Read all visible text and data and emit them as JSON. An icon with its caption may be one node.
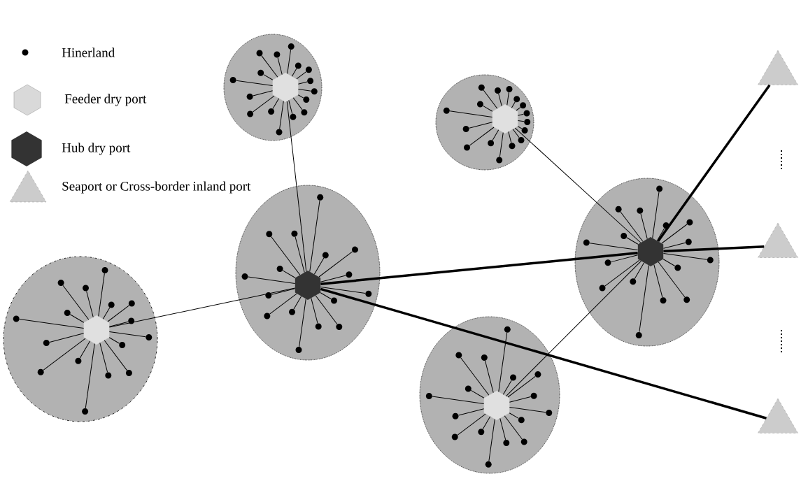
{
  "diagram": {
    "nodes": [
      {
        "text": [],
        "shape": "ellipse"
      },
      {
        "text": [],
        "shape": "hexagon",
        "in": 0
      },
      {
        "text": [],
        "shape": "circle",
        "in": 0
      },
      {
        "text": [],
        "shape": "circle",
        "in": 0
      },
      {
        "text": [],
        "shape": "circle",
        "in": 0
      },
      {
        "text": [],
        "shape": "circle",
        "in": 0
      },
      {
        "text": [],
        "shape": "circle",
        "in": 0
      },
      {
        "text": [],
        "shape": "circle",
        "in": 0
      },
      {
        "text": [],
        "shape": "circle",
        "in": 0
      },
      {
        "text": [],
        "shape": "circle",
        "in": 0
      },
      {
        "text": [],
        "shape": "circle",
        "in": 0
      },
      {
        "text": [],
        "shape": "circle",
        "in": 0
      },
      {
        "text": [],
        "shape": "circle",
        "in": 0
      },
      {
        "text": [],
        "shape": "circle",
        "in": 0
      },
      {
        "text": [],
        "shape": "circle",
        "in": 0
      },
      {
        "text": [],
        "shape": "circle",
        "in": 0
      },
      {
        "text": [],
        "shape": "circle",
        "in": 0
      },
      {
        "text": [],
        "shape": "circle",
        "in": 0
      },
      {
        "text": [],
        "shape": "ellipse"
      },
      {
        "text": [],
        "shape": "hexagon",
        "in": 18
      },
      {
        "text": [],
        "shape": "circle",
        "in": 18
      },
      {
        "text": [],
        "shape": "circle",
        "in": 18
      },
      {
        "text": [],
        "shape": "circle",
        "in": 18
      },
      {
        "text": [],
        "shape": "circle",
        "in": 18
      },
      {
        "text": [],
        "shape": "circle",
        "in": 18
      },
      {
        "text": [],
        "shape": "circle",
        "in": 18
      },
      {
        "text": [],
        "shape": "circle",
        "in": 18
      },
      {
        "text": [],
        "shape": "circle",
        "in": 18
      },
      {
        "text": [],
        "shape": "circle",
        "in": 18
      },
      {
        "text": [],
        "shape": "circle",
        "in": 18
      },
      {
        "text": [],
        "shape": "circle",
        "in": 18
      },
      {
        "text": [],
        "shape": "circle",
        "in": 18
      },
      {
        "text": [],
        "shape": "circle",
        "in": 18
      },
      {
        "text": [],
        "shape": "circle",
        "in": 18
      },
      {
        "text": [],
        "shape": "circle",
        "in": 18
      },
      {
        "text": [],
        "shape": "circle",
        "in": 18
      },
      {
        "text": [],
        "shape": "triangle"
      },
      {
        "text": [],
        "shape": "ellipse"
      },
      {
        "text": [],
        "shape": "hexagon",
        "in": 37
      },
      {
        "text": [],
        "shape": "circle",
        "in": 37
      },
      {
        "text": [],
        "shape": "circle",
        "in": 37
      },
      {
        "text": [],
        "shape": "circle",
        "in": 37
      },
      {
        "text": [],
        "shape": "circle",
        "in": 37
      },
      {
        "text": [],
        "shape": "circle",
        "in": 37
      },
      {
        "text": [],
        "shape": "circle",
        "in": 37
      },
      {
        "text": [],
        "shape": "circle",
        "in": 37
      },
      {
        "text": [],
        "shape": "circle",
        "in": 37
      },
      {
        "text": [],
        "shape": "circle",
        "in": 37
      },
      {
        "text": [],
        "shape": "circle",
        "in": 37
      },
      {
        "text": [],
        "shape": "circle",
        "in": 37
      },
      {
        "text": [],
        "shape": "circle",
        "in": 37
      },
      {
        "text": [],
        "shape": "circle",
        "in": 37
      },
      {
        "text": [],
        "shape": "circle",
        "in": 37
      },
      {
        "text": [],
        "shape": "circle",
        "in": 37
      },
      {
        "text": [],
        "shape": "circle",
        "in": 37
      },
      {
        "text": [],
        "shape": "ellipse"
      },
      {
        "text": [],
        "shape": "hexagon",
        "in": 55
      },
      {
        "text": [],
        "shape": "circle",
        "in": 55
      },
      {
        "text": [],
        "shape": "circle",
        "in": 55
      },
      {
        "text": [],
        "shape": "circle",
        "in": 55
      },
      {
        "text": [],
        "shape": "circle",
        "in": 55
      },
      {
        "text": [],
        "shape": "circle",
        "in": 55
      },
      {
        "text": [],
        "shape": "circle",
        "in": 55
      },
      {
        "text": [],
        "shape": "circle",
        "in": 55
      },
      {
        "text": [],
        "shape": "circle",
        "in": 55
      },
      {
        "text": [],
        "shape": "circle",
        "in": 55
      },
      {
        "text": [],
        "shape": "circle",
        "in": 55
      },
      {
        "text": [],
        "shape": "circle",
        "in": 55
      },
      {
        "text": [],
        "shape": "circle",
        "in": 55
      },
      {
        "text": [],
        "shape": "circle",
        "in": 55
      },
      {
        "text": [],
        "shape": "circle",
        "in": 55
      },
      {
        "text": [],
        "shape": "circle",
        "in": 55
      },
      {
        "text": [],
        "shape": "circle",
        "in": 55
      },
      {
        "text": [],
        "shape": "triangle"
      },
      {
        "text": [],
        "shape": "ellipse"
      },
      {
        "text": [],
        "shape": "hexagon",
        "in": 74
      },
      {
        "text": [],
        "shape": "circle",
        "in": 74
      },
      {
        "text": [],
        "shape": "circle",
        "in": 74
      },
      {
        "text": [],
        "shape": "circle",
        "in": 74
      },
      {
        "text": [],
        "shape": "circle",
        "in": 74
      },
      {
        "text": [],
        "shape": "circle",
        "in": 74
      },
      {
        "text": [],
        "shape": "circle",
        "in": 74
      },
      {
        "text": [],
        "shape": "circle",
        "in": 74
      },
      {
        "text": [],
        "shape": "circle",
        "in": 74
      },
      {
        "text": [],
        "shape": "circle",
        "in": 74
      },
      {
        "text": [],
        "shape": "circle",
        "in": 74
      },
      {
        "text": [],
        "shape": "circle",
        "in": 74
      },
      {
        "text": [],
        "shape": "circle",
        "in": 74
      },
      {
        "text": [],
        "shape": "circle",
        "in": 74
      },
      {
        "text": [],
        "shape": "circle",
        "in": 74
      },
      {
        "text": [],
        "shape": "circle",
        "in": 74
      },
      {
        "text": [],
        "shape": "circle",
        "in": 74
      },
      {
        "text": [],
        "shape": "ellipse"
      },
      {
        "text": [],
        "shape": "hexagon",
        "in": 92
      },
      {
        "text": [],
        "shape": "circle",
        "in": 92
      },
      {
        "text": [],
        "shape": "circle",
        "in": 92
      },
      {
        "text": [],
        "shape": "circle",
        "in": 92
      },
      {
        "text": [],
        "shape": "circle",
        "in": 92
      },
      {
        "text": [],
        "shape": "circle",
        "in": 92
      },
      {
        "text": [],
        "shape": "circle",
        "in": 92
      },
      {
        "text": [],
        "shape": "circle",
        "in": 92
      },
      {
        "text": [],
        "shape": "circle",
        "in": 92
      },
      {
        "text": [],
        "shape": "circle",
        "in": 92
      },
      {
        "text": [],
        "shape": "circle",
        "in": 92
      },
      {
        "text": [],
        "shape": "circle",
        "in": 92
      },
      {
        "text": [],
        "shape": "circle",
        "in": 92
      },
      {
        "text": [],
        "shape": "circle",
        "in": 92
      },
      {
        "text": [],
        "shape": "circle",
        "in": 92
      },
      {
        "text": [],
        "shape": "circle",
        "in": 92
      },
      {
        "text": [],
        "shape": "circle",
        "in": 92
      },
      {
        "text": [],
        "shape": "triangle"
      }
    ],
    "edges": [
      {
        "from": 1,
        "to": 2,
        "arrow": "none"
      },
      {
        "from": 1,
        "to": 3,
        "arrow": "none"
      },
      {
        "from": 1,
        "to": 4,
        "arrow": "none"
      },
      {
        "from": 1,
        "to": 5,
        "arrow": "none"
      },
      {
        "from": 1,
        "to": 6,
        "arrow": "none"
      },
      {
        "from": 1,
        "to": 7,
        "arrow": "none"
      },
      {
        "from": 1,
        "to": 8,
        "arrow": "none"
      },
      {
        "from": 1,
        "to": 9,
        "arrow": "none"
      },
      {
        "from": 1,
        "to": 10,
        "arrow": "none"
      },
      {
        "from": 1,
        "to": 11,
        "arrow": "none"
      },
      {
        "from": 1,
        "to": 12,
        "arrow": "none"
      },
      {
        "from": 1,
        "to": 13,
        "arrow": "none"
      },
      {
        "from": 1,
        "to": 14,
        "arrow": "none"
      },
      {
        "from": 1,
        "to": 15,
        "arrow": "none"
      },
      {
        "from": 1,
        "to": 16,
        "arrow": "none"
      },
      {
        "from": 1,
        "to": 17,
        "arrow": "none"
      },
      {
        "from": 19,
        "to": 20,
        "arrow": "none"
      },
      {
        "from": 19,
        "to": 21,
        "arrow": "none"
      },
      {
        "from": 19,
        "to": 22,
        "arrow": "none"
      },
      {
        "from": 19,
        "to": 23,
        "arrow": "none"
      },
      {
        "from": 19,
        "to": 24,
        "arrow": "none"
      },
      {
        "from": 19,
        "to": 25,
        "arrow": "none"
      },
      {
        "from": 19,
        "to": 26,
        "arrow": "none"
      },
      {
        "from": 19,
        "to": 27,
        "arrow": "none"
      },
      {
        "from": 19,
        "to": 28,
        "arrow": "none"
      },
      {
        "from": 19,
        "to": 29,
        "arrow": "none"
      },
      {
        "from": 19,
        "to": 30,
        "arrow": "none"
      },
      {
        "from": 19,
        "to": 31,
        "arrow": "none"
      },
      {
        "from": 19,
        "to": 32,
        "arrow": "none"
      },
      {
        "from": 19,
        "to": 33,
        "arrow": "none"
      },
      {
        "from": 19,
        "to": 34,
        "arrow": "none"
      },
      {
        "from": 19,
        "to": 35,
        "arrow": "none"
      },
      {
        "from": 38,
        "to": 39,
        "arrow": "none"
      },
      {
        "from": 38,
        "to": 40,
        "arrow": "none"
      },
      {
        "from": 38,
        "to": 41,
        "arrow": "none"
      },
      {
        "from": 38,
        "to": 42,
        "arrow": "none"
      },
      {
        "from": 38,
        "to": 43,
        "arrow": "none"
      },
      {
        "from": 38,
        "to": 44,
        "arrow": "none"
      },
      {
        "from": 38,
        "to": 45,
        "arrow": "none"
      },
      {
        "from": 38,
        "to": 46,
        "arrow": "none"
      },
      {
        "from": 38,
        "to": 47,
        "arrow": "none"
      },
      {
        "from": 38,
        "to": 48,
        "arrow": "none"
      },
      {
        "from": 38,
        "to": 49,
        "arrow": "none"
      },
      {
        "from": 38,
        "to": 50,
        "arrow": "none"
      },
      {
        "from": 38,
        "to": 51,
        "arrow": "none"
      },
      {
        "from": 38,
        "to": 52,
        "arrow": "none"
      },
      {
        "from": 38,
        "to": 53,
        "arrow": "none"
      },
      {
        "from": 38,
        "to": 54,
        "arrow": "none"
      },
      {
        "from": 56,
        "to": 57,
        "arrow": "none"
      },
      {
        "from": 56,
        "to": 58,
        "arrow": "none"
      },
      {
        "from": 56,
        "to": 59,
        "arrow": "none"
      },
      {
        "from": 56,
        "to": 60,
        "arrow": "none"
      },
      {
        "from": 56,
        "to": 61,
        "arrow": "none"
      },
      {
        "from": 56,
        "to": 62,
        "arrow": "none"
      },
      {
        "from": 56,
        "to": 63,
        "arrow": "none"
      },
      {
        "from": 56,
        "to": 64,
        "arrow": "none"
      },
      {
        "from": 56,
        "to": 65,
        "arrow": "none"
      },
      {
        "from": 56,
        "to": 66,
        "arrow": "none"
      },
      {
        "from": 56,
        "to": 67,
        "arrow": "none"
      },
      {
        "from": 56,
        "to": 68,
        "arrow": "none"
      },
      {
        "from": 56,
        "to": 69,
        "arrow": "none"
      },
      {
        "from": 56,
        "to": 70,
        "arrow": "none"
      },
      {
        "from": 56,
        "to": 71,
        "arrow": "none"
      },
      {
        "from": 56,
        "to": 72,
        "arrow": "none"
      },
      {
        "from": 75,
        "to": 76,
        "arrow": "none"
      },
      {
        "from": 75,
        "to": 77,
        "arrow": "none"
      },
      {
        "from": 75,
        "to": 78,
        "arrow": "none"
      },
      {
        "from": 75,
        "to": 79,
        "arrow": "none"
      },
      {
        "from": 75,
        "to": 80,
        "arrow": "none"
      },
      {
        "from": 75,
        "to": 81,
        "arrow": "none"
      },
      {
        "from": 75,
        "to": 82,
        "arrow": "none"
      },
      {
        "from": 75,
        "to": 83,
        "arrow": "none"
      },
      {
        "from": 75,
        "to": 84,
        "arrow": "none"
      },
      {
        "from": 75,
        "to": 85,
        "arrow": "none"
      },
      {
        "from": 75,
        "to": 86,
        "arrow": "none"
      },
      {
        "from": 75,
        "to": 87,
        "arrow": "none"
      },
      {
        "from": 75,
        "to": 88,
        "arrow": "none"
      },
      {
        "from": 75,
        "to": 89,
        "arrow": "none"
      },
      {
        "from": 75,
        "to": 90,
        "arrow": "none"
      },
      {
        "from": 75,
        "to": 91,
        "arrow": "none"
      },
      {
        "from": 93,
        "to": 94,
        "arrow": "none"
      },
      {
        "from": 93,
        "to": 95,
        "arrow": "none"
      },
      {
        "from": 93,
        "to": 96,
        "arrow": "none"
      },
      {
        "from": 93,
        "to": 97,
        "arrow": "none"
      },
      {
        "from": 93,
        "to": 98,
        "arrow": "none"
      },
      {
        "from": 93,
        "to": 99,
        "arrow": "none"
      },
      {
        "from": 93,
        "to": 100,
        "arrow": "none"
      },
      {
        "from": 93,
        "to": 101,
        "arrow": "none"
      },
      {
        "from": 93,
        "to": 102,
        "arrow": "none"
      },
      {
        "from": 93,
        "to": 103,
        "arrow": "none"
      },
      {
        "from": 93,
        "to": 104,
        "arrow": "none"
      },
      {
        "from": 93,
        "to": 105,
        "arrow": "none"
      },
      {
        "from": 93,
        "to": 106,
        "arrow": "none"
      },
      {
        "from": 93,
        "to": 107,
        "arrow": "none"
      },
      {
        "from": 93,
        "to": 108,
        "arrow": "none"
      },
      {
        "from": 93,
        "to": 109,
        "arrow": "none"
      },
      {
        "from": 1,
        "to": 38,
        "arrow": "none"
      },
      {
        "from": 75,
        "to": 38,
        "arrow": "none"
      },
      {
        "from": 38,
        "to": 56,
        "arrow": "none",
        "style": "thick"
      },
      {
        "from": 38,
        "to": 110,
        "arrow": "none",
        "style": "thick"
      },
      {
        "from": 19,
        "to": 56,
        "arrow": "none"
      },
      {
        "from": 93,
        "to": 56,
        "arrow": "none"
      },
      {
        "from": 56,
        "to": 36,
        "arrow": "none",
        "style": "thick"
      },
      {
        "from": 56,
        "to": 73,
        "arrow": "none",
        "style": "thick"
      }
    ],
    "legend": [
      {
        "text": "Hinerland"
      },
      {
        "text": "Feeder dry port"
      },
      {
        "text": "Hub  dry port"
      },
      {
        "text": "Seaport or  Cross-border inland port"
      }
    ]
  }
}
